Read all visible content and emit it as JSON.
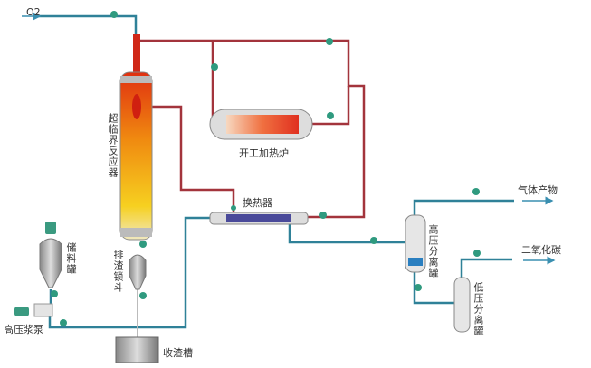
{
  "labels": {
    "oxygen": "O2",
    "reactor": "超临界反应器",
    "startup_heater": "开工加热炉",
    "heat_exchanger": "换热器",
    "storage_tank": "储料罐",
    "slag_lock_hopper": "排渣锁斗",
    "high_pressure_pump": "高压浆泵",
    "slag_tank": "收渣槽",
    "hp_separator": "高压分离罐",
    "lp_separator": "低压分离罐",
    "gas_product": "气体产物",
    "co2": "二氧化碳"
  },
  "colors": {
    "feed_pipe": "#2f8198",
    "hot_pipe": "#a3343c",
    "valve": "#2f9a7f"
  }
}
